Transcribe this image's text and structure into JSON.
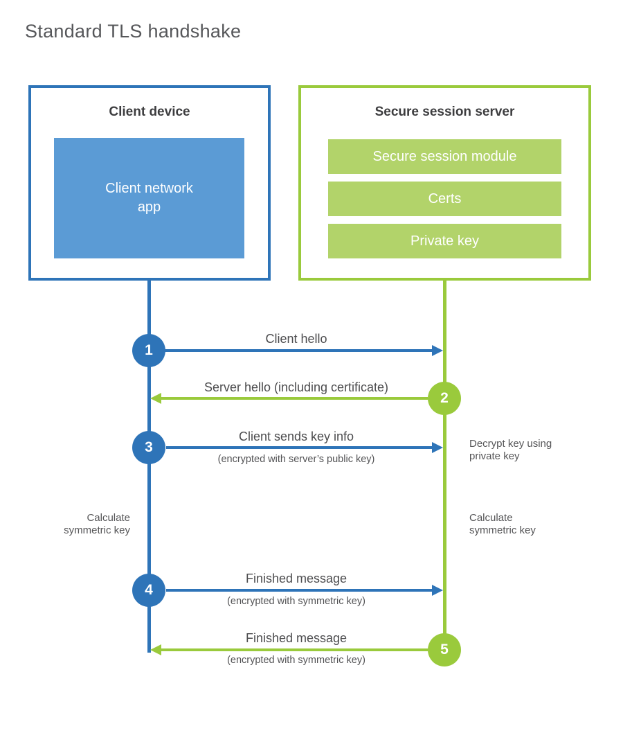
{
  "title": "Standard TLS handshake",
  "colors": {
    "blue": "#2e74b8",
    "blue_light": "#5b9bd5",
    "green": "#9aca3c",
    "green_light": "#b2d36a",
    "text_dark": "#3d3d3f",
    "text_gray": "#555557",
    "white": "#ffffff"
  },
  "client": {
    "title": "Client device",
    "app_label": "Client network\napp"
  },
  "server": {
    "title": "Secure session server",
    "modules": [
      "Secure session module",
      "Certs",
      "Private key"
    ]
  },
  "steps": [
    {
      "num": "1",
      "label": "Client hello",
      "sub": "",
      "direction": "right",
      "color": "blue"
    },
    {
      "num": "2",
      "label": "Server hello (including certificate)",
      "sub": "",
      "direction": "left",
      "color": "green"
    },
    {
      "num": "3",
      "label": "Client sends key info",
      "sub": "(encrypted with server’s public key)",
      "direction": "right",
      "color": "blue"
    },
    {
      "num": "4",
      "label": "Finished message",
      "sub": "(encrypted with symmetric key)",
      "direction": "right",
      "color": "blue"
    },
    {
      "num": "5",
      "label": "Finished message",
      "sub": "(encrypted with symmetric key)",
      "direction": "left",
      "color": "green"
    }
  ],
  "notes": {
    "left_calculate": "Calculate\nsymmetric key",
    "right_decrypt": "Decrypt key using\nprivate key",
    "right_calculate": "Calculate\nsymmetric key"
  }
}
